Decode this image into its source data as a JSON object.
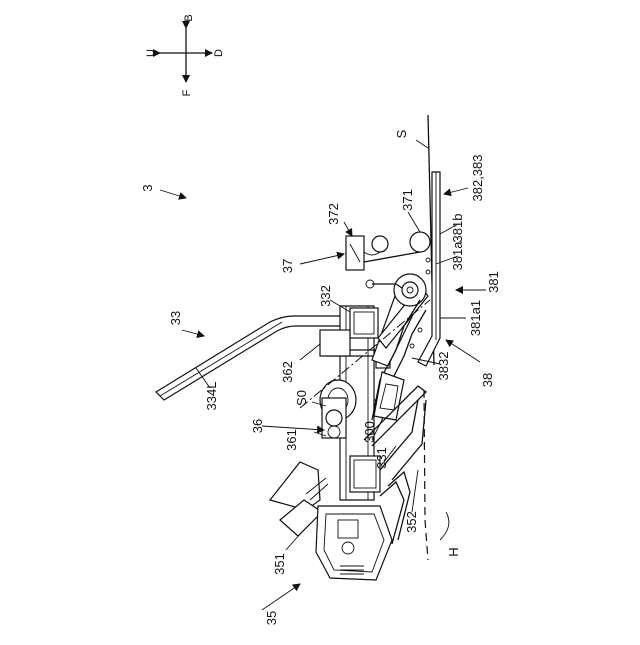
{
  "figure": {
    "directions": {
      "up": "B",
      "down": "F",
      "left": "U",
      "right": "D"
    },
    "labels": {
      "l3": "3",
      "l33": "33",
      "l334L": "334L",
      "l332": "332",
      "l362": "362",
      "lS0": "S0",
      "l36": "36",
      "l361": "361",
      "l300": "300",
      "l331": "331",
      "l352": "352",
      "l351": "351",
      "l35": "35",
      "lH": "H",
      "l37": "37",
      "l372": "372",
      "l371": "371",
      "lS": "S",
      "l382": "382,383",
      "l381b": "381b",
      "l381a": "381a",
      "l381": "381",
      "l381a1": "381a1",
      "l3832": "3832",
      "l38": "38"
    }
  }
}
